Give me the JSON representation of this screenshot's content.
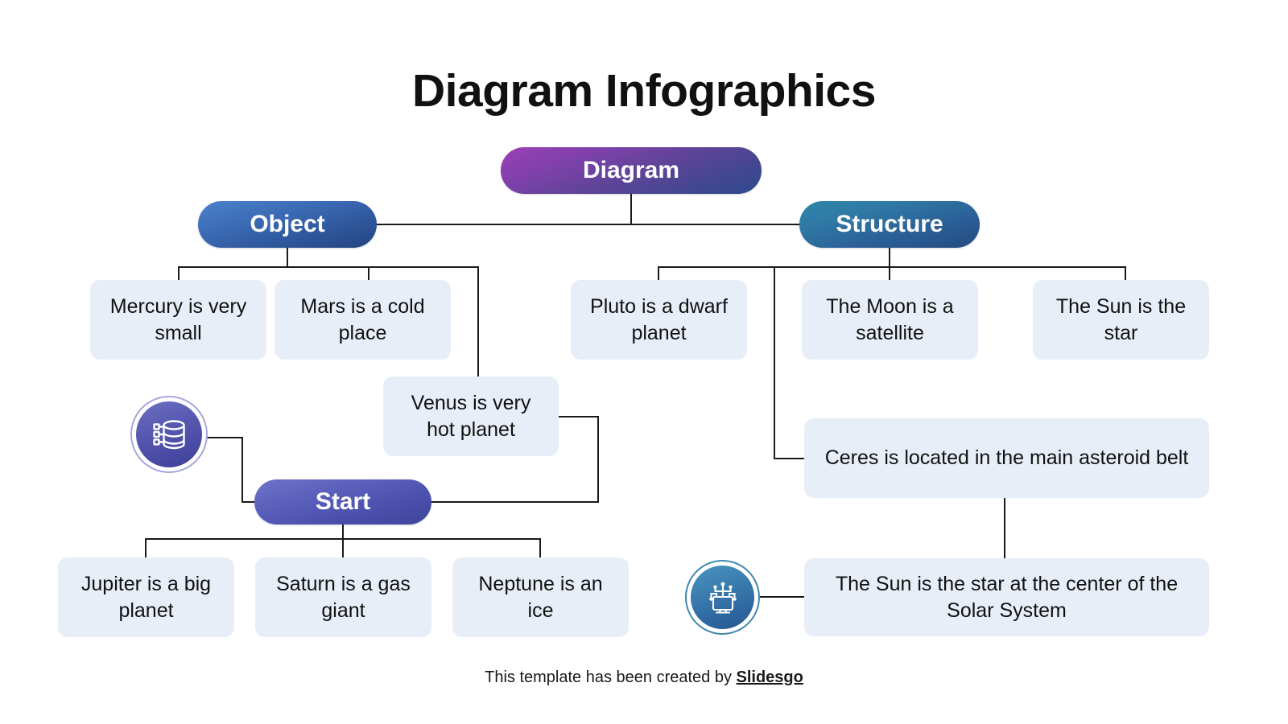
{
  "page": {
    "title": "Diagram Infographics",
    "background_color": "#ffffff"
  },
  "nodes": {
    "root": {
      "label": "Diagram",
      "gradient_from": "#9b3fb5",
      "gradient_to": "#2c4a8c"
    },
    "branch_left": {
      "label": "Object",
      "gradient_from": "#4b82c9",
      "gradient_to": "#24437f"
    },
    "branch_right": {
      "label": "Structure",
      "gradient_from": "#2f86a8",
      "gradient_to": "#234a80"
    },
    "start": {
      "label": "Start",
      "gradient_from": "#6f73c9",
      "gradient_to": "#3f4599"
    }
  },
  "cards": {
    "mercury": "Mercury is very small",
    "mars": "Mars is a cold place",
    "venus": "Venus is very hot planet",
    "pluto": "Pluto is a dwarf planet",
    "moon": "The Moon is a satellite",
    "sun_short": "The Sun is the star",
    "ceres": "Ceres is located in the main asteroid belt",
    "sun_long": "The Sun is the star at the center of the Solar System",
    "jupiter": "Jupiter is a big planet",
    "saturn": "Saturn is a gas giant",
    "neptune": "Neptune is an ice",
    "fill_color": "#e8eef7",
    "text_color": "#111111"
  },
  "icons": {
    "database": {
      "name": "database-icon",
      "ring_color": "#a9a6dd",
      "disc_color": "#4a4ba4"
    },
    "ai_computer": {
      "name": "ai-computer-icon",
      "ring_color": "#3f88ad",
      "disc_color": "#2f68a0"
    }
  },
  "connectors": {
    "color": "#1a1a1a",
    "width": 2
  },
  "footer": {
    "text": "This template has been created by ",
    "brand": "Slidesgo"
  }
}
